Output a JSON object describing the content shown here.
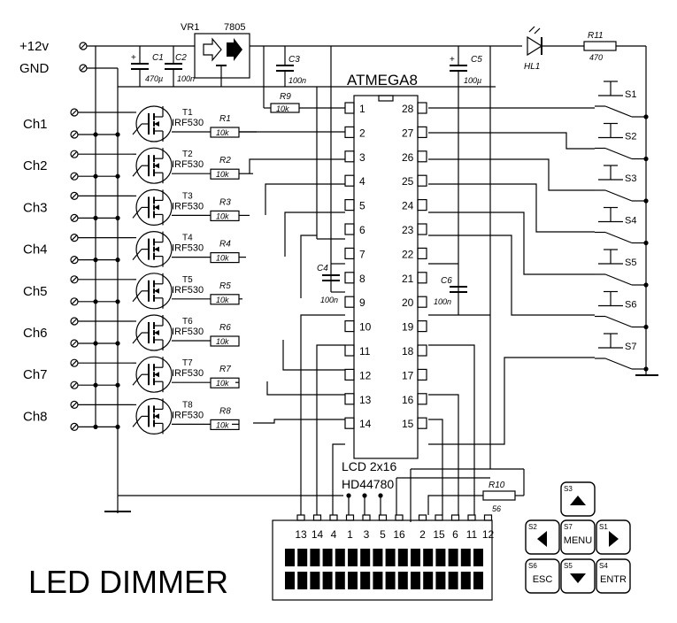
{
  "title": "LED DIMMER",
  "power": {
    "vplus": "+12v",
    "gnd": "GND"
  },
  "regulator": {
    "ref": "VR1",
    "part": "7805"
  },
  "mcu": {
    "name": "ATMEGA8",
    "left_pins": [
      "1",
      "2",
      "3",
      "4",
      "5",
      "6",
      "7",
      "8",
      "9",
      "10",
      "11",
      "12",
      "13",
      "14"
    ],
    "right_pins": [
      "28",
      "27",
      "26",
      "25",
      "24",
      "23",
      "22",
      "21",
      "20",
      "19",
      "18",
      "17",
      "16",
      "15"
    ]
  },
  "caps": [
    {
      "ref": "C1",
      "value": "470µ",
      "plus": "+"
    },
    {
      "ref": "C2",
      "value": "100n"
    },
    {
      "ref": "C3",
      "value": "100n"
    },
    {
      "ref": "C4",
      "value": "100n"
    },
    {
      "ref": "C5",
      "value": "100µ",
      "plus": "+"
    },
    {
      "ref": "C6",
      "value": "100n"
    }
  ],
  "led": {
    "ref": "HL1"
  },
  "r11": {
    "ref": "R11",
    "value": "470"
  },
  "r9": {
    "ref": "R9",
    "value": "10k"
  },
  "r10": {
    "ref": "R10",
    "value": "56"
  },
  "channels": [
    {
      "label": "Ch1",
      "t": "T1",
      "part": "IRF530",
      "r": "R1",
      "rv": "10k"
    },
    {
      "label": "Ch2",
      "t": "T2",
      "part": "IRF530",
      "r": "R2",
      "rv": "10k"
    },
    {
      "label": "Ch3",
      "t": "T3",
      "part": "IRF530",
      "r": "R3",
      "rv": "10k"
    },
    {
      "label": "Ch4",
      "t": "T4",
      "part": "IRF530",
      "r": "R4",
      "rv": "10k"
    },
    {
      "label": "Ch5",
      "t": "T5",
      "part": "IRF530",
      "r": "R5",
      "rv": "10k"
    },
    {
      "label": "Ch6",
      "t": "T6",
      "part": "IRF530",
      "r": "R6",
      "rv": "10k"
    },
    {
      "label": "Ch7",
      "t": "T7",
      "part": "IRF530",
      "r": "R7",
      "rv": "10k"
    },
    {
      "label": "Ch8",
      "t": "T8",
      "part": "IRF530",
      "r": "R8",
      "rv": "10k"
    }
  ],
  "switches": [
    "S1",
    "S2",
    "S3",
    "S4",
    "S5",
    "S6",
    "S7"
  ],
  "lcd": {
    "line1": "LCD 2x16",
    "line2": "HD44780",
    "pins": [
      "13",
      "14",
      "4",
      "1",
      "3",
      "5",
      "16",
      "2",
      "15",
      "6",
      "11",
      "12"
    ]
  },
  "keypad": [
    {
      "id": "S3",
      "label": "",
      "arrow": "up"
    },
    {
      "id": "S2",
      "label": "",
      "arrow": "left"
    },
    {
      "id": "S7",
      "label": "MENU",
      "arrow": ""
    },
    {
      "id": "S1",
      "label": "",
      "arrow": "right"
    },
    {
      "id": "S6",
      "label": "ESC",
      "arrow": ""
    },
    {
      "id": "S5",
      "label": "",
      "arrow": "down"
    },
    {
      "id": "S4",
      "label": "ENTR",
      "arrow": ""
    }
  ]
}
